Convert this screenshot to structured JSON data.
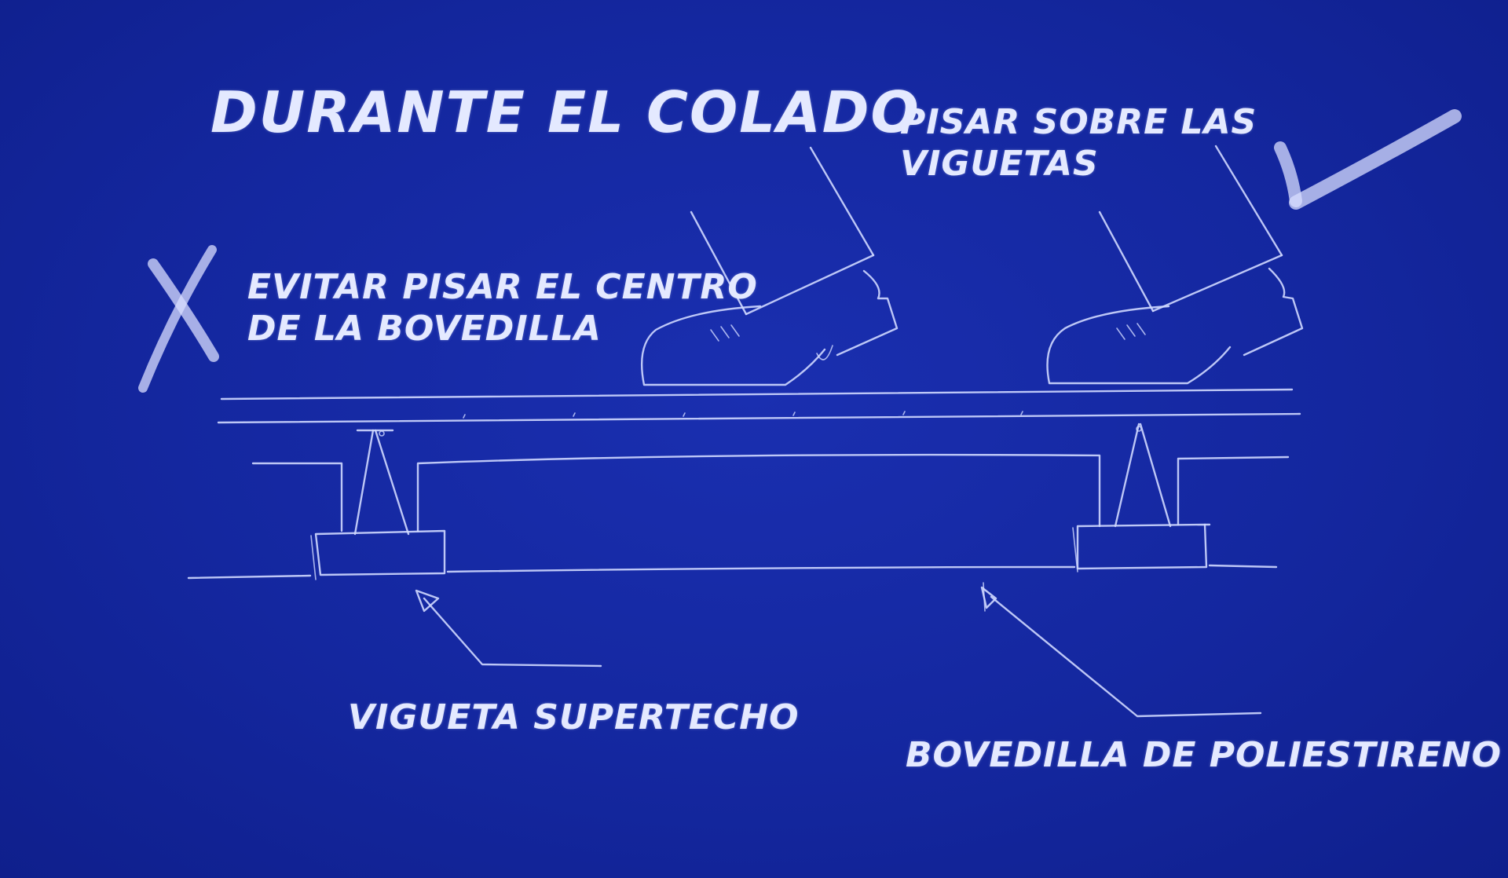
{
  "diagram": {
    "title": "DURANTE EL COLADO",
    "ok_instruction": {
      "line1": "PISAR SOBRE LAS",
      "line2": "VIGUETAS"
    },
    "avoid_instruction": {
      "line1": "EVITAR PISAR EL CENTRO",
      "line2": "DE LA BOVEDILLA"
    },
    "labels": {
      "vigueta": "VIGUETA SUPERTECHO",
      "bovedilla": "BOVEDILLA DE POLIESTIRENO"
    },
    "icons": {
      "check": "check-mark-icon",
      "cross": "cross-mark-icon"
    },
    "colors": {
      "background": "#14279f",
      "line": "#cfd8ff"
    }
  }
}
